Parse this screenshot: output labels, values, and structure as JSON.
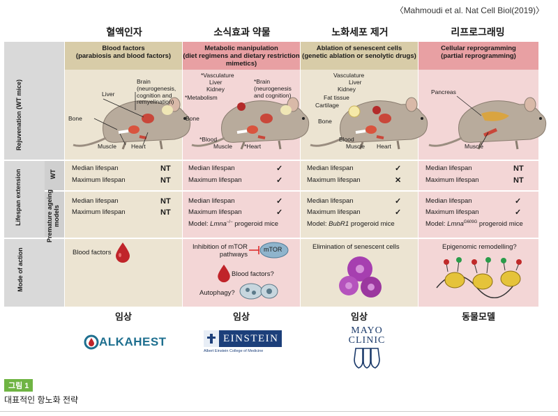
{
  "citation": "〈Mahmoudi et al. Nat Cell Biol(2019)〉",
  "columns": [
    {
      "korean": "혈액인자",
      "title": "Blood factors",
      "subtitle": "(parabiosis and blood factors)"
    },
    {
      "korean": "소식효과 약물",
      "title": "Metabolic manipulation",
      "subtitle": "(diet regimens and dietary restriction mimetics)"
    },
    {
      "korean": "노화세포 제거",
      "title": "Ablation of senescent cells",
      "subtitle": "(genetic ablation or senolytic drugs)"
    },
    {
      "korean": "리프로그래밍",
      "title": "Cellular reprogramming",
      "subtitle": "(partial reprogramming)"
    }
  ],
  "rows": {
    "rejuvenation": "Rejuvenation (WT mice)",
    "lifespan": "Lifespan extension",
    "wt": "WT",
    "premature": "Premature ageing models",
    "mode": "Mode of action"
  },
  "mice": {
    "c1": {
      "brain": "Brain",
      "brain_note": "(neurogenesis, cognition and remyelination)",
      "liver": "Liver",
      "bone": "Bone",
      "muscle": "Muscle",
      "heart": "Heart"
    },
    "c2": {
      "vasculature": "*Vasculature",
      "liver": "Liver",
      "kidney": "Kidney",
      "metabolism": "*Metabolism",
      "brain": "*Brain",
      "brain_note": "(neurogenesis and cognition)",
      "bone": "Bone",
      "blood": "*Blood",
      "muscle": "Muscle",
      "heart": "*Heart"
    },
    "c3": {
      "vasculature": "Vasculature",
      "liver": "Liver",
      "kidney": "Kidney",
      "fat": "Fat tissue",
      "cartilage": "Cartilage",
      "bone": "Bone",
      "blood": "Blood",
      "muscle": "Muscle",
      "heart": "Heart"
    },
    "c4": {
      "pancreas": "Pancreas",
      "muscle": "Muscle"
    }
  },
  "lifespan": {
    "median": "Median lifespan",
    "maximum": "Maximum lifespan",
    "wt_marks": [
      [
        "NT",
        "NT"
      ],
      [
        "✓",
        "✓"
      ],
      [
        "✓",
        "✕"
      ],
      [
        "NT",
        "NT"
      ]
    ],
    "prem_marks": [
      [
        "NT",
        "NT"
      ],
      [
        "✓",
        "✓"
      ],
      [
        "✓",
        "✓"
      ],
      [
        "✓",
        "✓"
      ]
    ],
    "model_prefix": "Model:",
    "models": [
      "",
      "Lmna",
      "BubR1",
      "Lmna"
    ],
    "model_sup": [
      "",
      "−/−",
      "",
      "G609G"
    ],
    "model_suffix": "progeroid mice"
  },
  "modes": {
    "c1": "Blood factors",
    "c2_inhibition": "Inhibition of mTOR pathways",
    "c2_mtor": "mTOR",
    "c2_blood": "Blood factors?",
    "c2_autophagy": "Autophagy?",
    "c3": "Elimination of senescent cells",
    "c4": "Epigenomic remodelling?"
  },
  "clinical": [
    "임상",
    "임상",
    "임상",
    "동물모델"
  ],
  "logos": {
    "alkahest": "ALKAHEST",
    "einstein": "EINSTEIN",
    "einstein_sub": "Albert Einstein College of Medicine",
    "mayo1": "MAYO",
    "mayo2": "CLINIC"
  },
  "figure": {
    "badge": "그림 1",
    "caption": "대표적인 항노화 전략"
  },
  "colors": {
    "beige": "#ece4d2",
    "pink": "#f3d6d6",
    "header_beige": "#d8cca8",
    "header_pink": "#e8a0a3",
    "green": "#6fb443",
    "red": "#c8102e"
  }
}
